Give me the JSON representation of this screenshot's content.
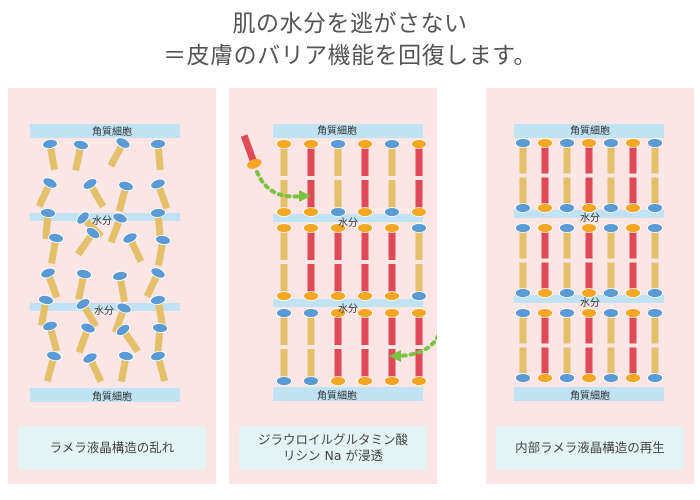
{
  "title": {
    "line1": "肌の水分を逃がさない",
    "line2": "＝皮膚のバリア機能を回復します。"
  },
  "labels": {
    "corneocyte": "角質細胞",
    "water": "水分"
  },
  "panels": [
    {
      "id": "disordered",
      "caption": "ラメラ液晶構造の乱れ"
    },
    {
      "id": "penetration",
      "caption_line1": "ジラウロイルグルタミン酸",
      "caption_line2": "リシン Na が浸透"
    },
    {
      "id": "restored",
      "caption": "内部ラメラ液晶構造の再生"
    }
  ],
  "colors": {
    "panel_bg": "#fbe5e5",
    "band": "#bfe3f2",
    "lipid_head_blue": "#5b9bd5",
    "lipid_tail_yellow": "#e5c06a",
    "ingredient_head_orange": "#f5a623",
    "ingredient_tail_red": "#e04a56",
    "arrow_green": "#7cc242",
    "caption_bg": "#e4f3f3"
  }
}
